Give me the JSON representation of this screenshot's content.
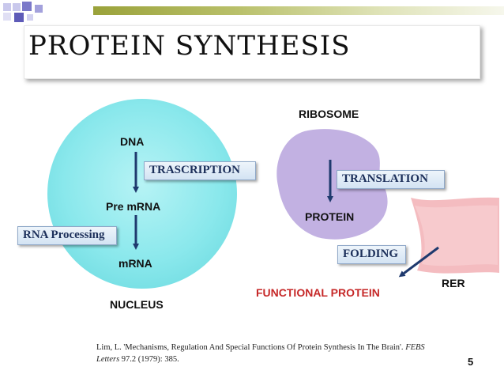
{
  "slide": {
    "title": "PROTEIN SYNTHESIS",
    "page_number": "5"
  },
  "nucleus": {
    "dna": "DNA",
    "transcription": "TRASCRIPTION",
    "pre_mrna": "Pre mRNA",
    "rna_processing": "RNA Processing",
    "mrna": "mRNA",
    "label": "NUCLEUS"
  },
  "ribosome": {
    "label": "RIBOSOME",
    "translation": "TRANSLATION",
    "protein": "PROTEIN"
  },
  "folding": {
    "label": "FOLDING",
    "functional_protein": "FUNCTIONAL PROTEIN",
    "rer": "RER"
  },
  "citation": {
    "text": "Lim, L. 'Mechanisms, Regulation And Special Functions Of Protein Synthesis In The Brain'. ",
    "journal": "FEBS Letters",
    "details": " 97.2 (1979): 385."
  },
  "colors": {
    "nucleus": "#8ae8ec",
    "ribosome": "#b9a5dc",
    "rer": "#f2b3b8",
    "arrow": "#1f3a6e",
    "functional_protein": "#c62828",
    "header_bar": "#9aa23a"
  }
}
